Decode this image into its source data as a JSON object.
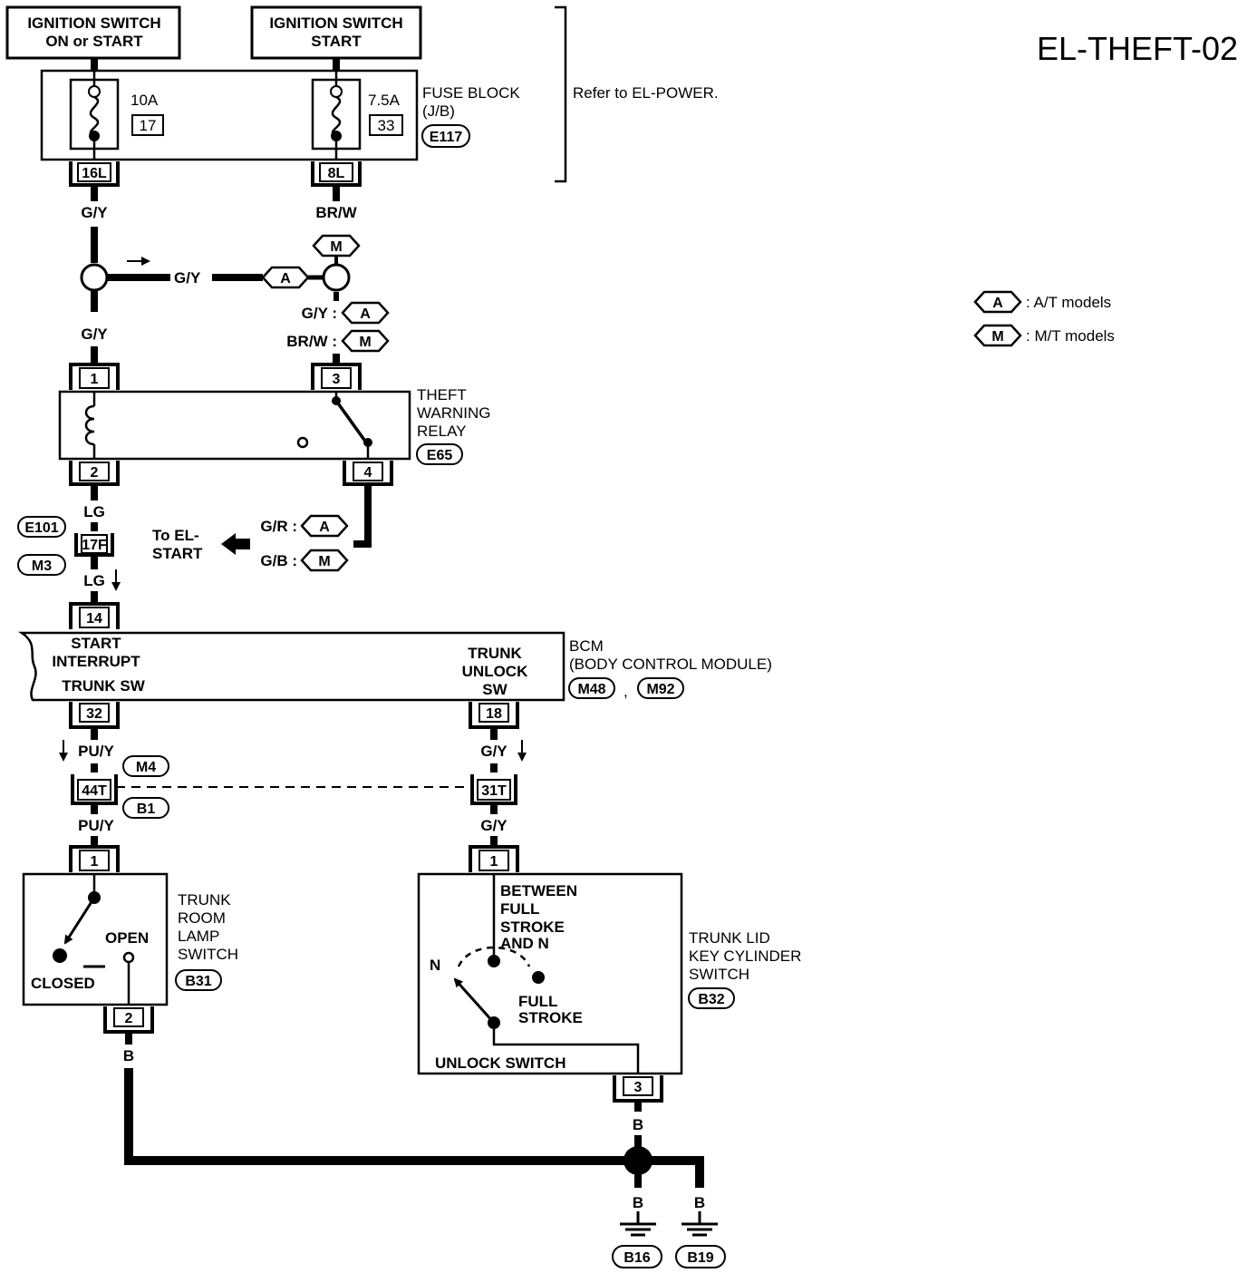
{
  "title": "EL-THEFT-02",
  "power": {
    "left_label_1": "IGNITION SWITCH",
    "left_label_2": "ON or START",
    "right_label_1": "IGNITION SWITCH",
    "right_label_2": "START"
  },
  "fuse_block": {
    "label_1": "FUSE BLOCK",
    "label_2": "(J/B)",
    "connector": "E117",
    "fuse_left_rating": "10A",
    "fuse_left_no": "17",
    "fuse_right_rating": "7.5A",
    "fuse_right_no": "33",
    "terminal_left": "16L",
    "terminal_right": "8L",
    "refer_note": "Refer to EL-POWER."
  },
  "wires": {
    "gy": "G/Y",
    "brw": "BR/W",
    "gy_colon": "G/Y :",
    "brw_colon": "BR/W :",
    "lg": "LG",
    "gr_colon": "G/R :",
    "gb_colon": "G/B :",
    "puy": "PU/Y",
    "b": "B"
  },
  "tags": {
    "a": "A",
    "m": "M"
  },
  "legend": {
    "a_tag": "A",
    "a_text": ": A/T models",
    "m_tag": "M",
    "m_text": ": M/T models"
  },
  "relay": {
    "label_1": "THEFT",
    "label_2": "WARNING",
    "label_3": "RELAY",
    "connector": "E65",
    "pin_1": "1",
    "pin_2": "2",
    "pin_3": "3",
    "pin_4": "4"
  },
  "joint": {
    "connector_top": "E101",
    "connector_bottom": "M3",
    "terminal": "17F",
    "to_start_1": "To EL-",
    "to_start_2": "START"
  },
  "bcm": {
    "label_1": "BCM",
    "label_2": "(BODY CONTROL MODULE)",
    "connector_1": "M48",
    "comma": ",",
    "connector_2": "M92",
    "pin_top": "14",
    "left_1": "START",
    "left_2": "INTERRUPT",
    "left_3": "TRUNK SW",
    "pin_left_bottom": "32",
    "right_1": "TRUNK",
    "right_2": "UNLOCK",
    "right_3": "SW",
    "pin_right_bottom": "18"
  },
  "joint2": {
    "connector_top": "M4",
    "connector_bottom": "B1",
    "terminal_left": "44T",
    "terminal_right": "31T"
  },
  "trunk_room": {
    "label_1": "TRUNK",
    "label_2": "ROOM",
    "label_3": "LAMP",
    "label_4": "SWITCH",
    "connector": "B31",
    "pin_1": "1",
    "pin_2": "2",
    "open": "OPEN",
    "closed": "CLOSED"
  },
  "trunk_lid": {
    "label_1": "TRUNK LID",
    "label_2": "KEY CYLINDER",
    "label_3": "SWITCH",
    "connector": "B32",
    "pin_1": "1",
    "pin_3": "3",
    "between_1": "BETWEEN",
    "between_2": "FULL",
    "between_3": "STROKE",
    "between_4": "AND N",
    "n": "N",
    "full_1": "FULL",
    "full_2": "STROKE",
    "unlock": "UNLOCK SWITCH"
  },
  "grounds": {
    "g1": "B16",
    "g2": "B19"
  }
}
